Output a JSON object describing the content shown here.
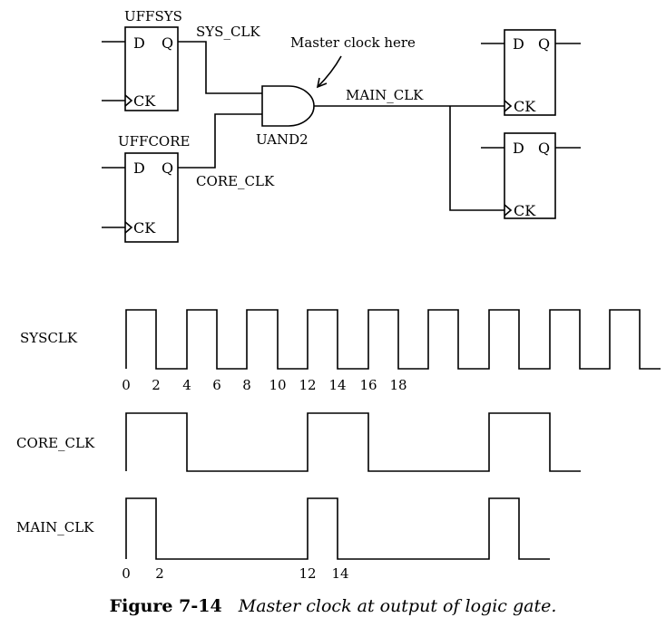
{
  "schematic": {
    "ff_sys": {
      "name": "UFFSYS",
      "d": "D",
      "q": "Q",
      "ck": "CK"
    },
    "ff_core": {
      "name": "UFFCORE",
      "d": "D",
      "q": "Q",
      "ck": "CK"
    },
    "ff_out1": {
      "d": "D",
      "q": "Q",
      "ck": "CK"
    },
    "ff_out2": {
      "d": "D",
      "q": "Q",
      "ck": "CK"
    },
    "gate_name": "UAND2",
    "net_sys_clk": "SYS_CLK",
    "net_core_clk": "CORE_CLK",
    "net_main_clk": "MAIN_CLK",
    "annotation": "Master clock here"
  },
  "timing": {
    "sysclk": {
      "label": "SYSCLK",
      "ticks": [
        "0",
        "2",
        "4",
        "6",
        "8",
        "10",
        "12",
        "14",
        "16",
        "18"
      ]
    },
    "core_clk": {
      "label": "CORE_CLK"
    },
    "main_clk": {
      "label": "MAIN_CLK",
      "ticks": [
        "0",
        "2",
        "12",
        "14"
      ]
    }
  },
  "caption": {
    "figure": "Figure 7-14",
    "text": "Master clock at output of logic gate."
  }
}
